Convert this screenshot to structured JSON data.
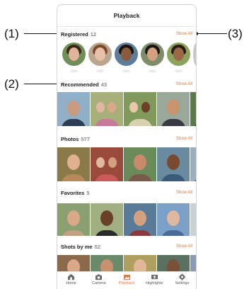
{
  "callouts": {
    "one": "(1)",
    "two": "(2)",
    "three": "(3)"
  },
  "header": {
    "title": "Playback"
  },
  "registered": {
    "title": "Registered",
    "count": "12",
    "show_all": "Show All",
    "names": [
      "•••••",
      "•••••",
      "•••••",
      "•••••",
      "•••••"
    ]
  },
  "recommended": {
    "title": "Recommended",
    "count": "43",
    "show_all": "Show All"
  },
  "photos": {
    "title": "Photos",
    "count": "577",
    "show_all": "Show All"
  },
  "favorites": {
    "title": "Favorites",
    "count": "5",
    "show_all": "Show All"
  },
  "shots": {
    "title": "Shots by me",
    "count": "52",
    "show_all": "Show All"
  },
  "tabs": [
    {
      "label": "Home",
      "icon": "home-icon"
    },
    {
      "label": "Camera",
      "icon": "camera-icon"
    },
    {
      "label": "Playback",
      "icon": "playback-icon"
    },
    {
      "label": "Highlights",
      "icon": "highlights-icon"
    },
    {
      "label": "Settings",
      "icon": "settings-icon"
    }
  ],
  "colors": {
    "accent": "#e8762d",
    "count_gray": "#8a8a8a"
  }
}
